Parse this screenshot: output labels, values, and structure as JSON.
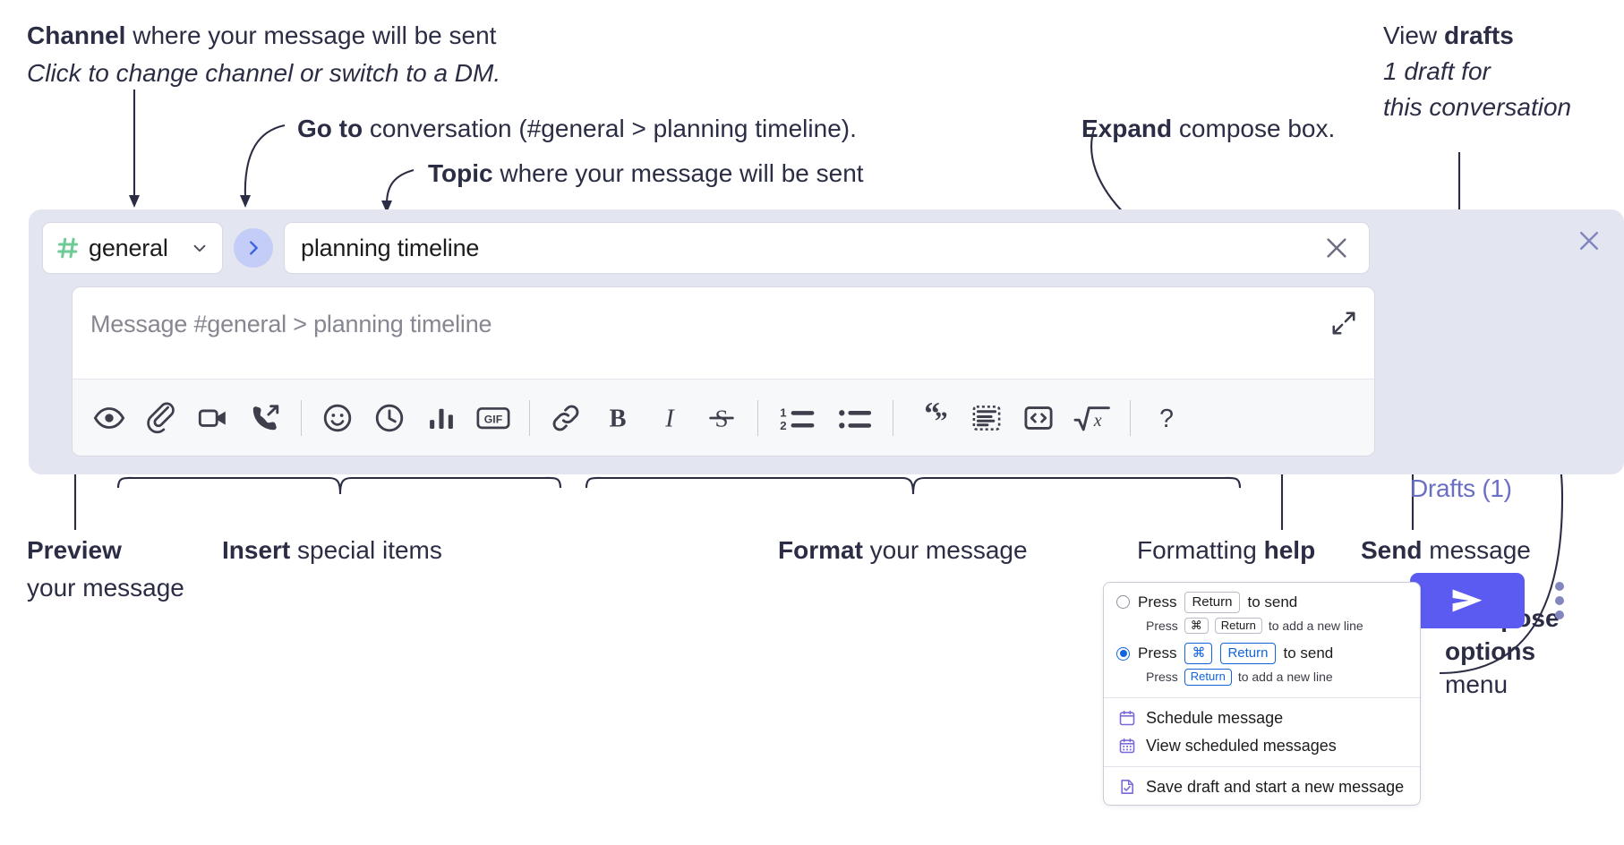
{
  "annotations": {
    "channel": {
      "bold": "Channel",
      "rest": " where your message will be sent",
      "italic": "Click to change channel or switch to a DM."
    },
    "goto": {
      "bold": "Go to",
      "rest": " conversation (#general > planning timeline)."
    },
    "topic": {
      "bold": "Topic",
      "rest": " where your message will be sent"
    },
    "expand": {
      "bold": "Expand",
      "rest": " compose box."
    },
    "drafts": {
      "bold_prefix": "View ",
      "bold": "drafts",
      "italic_line1": "1 draft for",
      "italic_line2": "this conversation"
    },
    "preview": {
      "bold": "Preview",
      "line2": "your message"
    },
    "insert": {
      "bold": "Insert",
      "rest": " special items"
    },
    "format": {
      "bold": "Format",
      "rest": " your message"
    },
    "help": {
      "prefix": "Formatting ",
      "bold": "help"
    },
    "send": {
      "bold": "Send",
      "rest": " message"
    },
    "compose_options": {
      "line1": "Compose",
      "line2": "options",
      "line3": "menu"
    }
  },
  "compose": {
    "close_icon": "close-icon",
    "channel": {
      "hash_icon": "hash-icon",
      "name": "general",
      "chevron_icon": "chevron-down-icon"
    },
    "goto_button": {
      "icon": "chevron-right-icon"
    },
    "topic": {
      "value": "planning timeline",
      "clear_icon": "close-icon"
    },
    "message": {
      "placeholder": "Message #general > planning timeline",
      "value": "",
      "expand_icon": "expand-icon"
    },
    "toolbar": [
      {
        "name": "preview-icon",
        "label": "Preview"
      },
      {
        "name": "attachment-icon",
        "label": "Attach file"
      },
      {
        "name": "video-icon",
        "label": "Record video clip"
      },
      {
        "name": "audio-call-icon",
        "label": "Record audio clip"
      },
      {
        "name": "separator",
        "label": ""
      },
      {
        "name": "emoji-icon",
        "label": "Emoji"
      },
      {
        "name": "clock-icon",
        "label": "Reminder"
      },
      {
        "name": "poll-icon",
        "label": "Poll"
      },
      {
        "name": "gif-icon",
        "label": "GIF"
      },
      {
        "name": "separator",
        "label": ""
      },
      {
        "name": "link-icon",
        "label": "Link"
      },
      {
        "name": "bold-icon",
        "label": "Bold"
      },
      {
        "name": "italic-icon",
        "label": "Italic"
      },
      {
        "name": "strikethrough-icon",
        "label": "Strikethrough"
      },
      {
        "name": "separator",
        "label": ""
      },
      {
        "name": "ordered-list-icon",
        "label": "Ordered list"
      },
      {
        "name": "bulleted-list-icon",
        "label": "Bulleted list"
      },
      {
        "name": "separator",
        "label": ""
      },
      {
        "name": "blockquote-icon",
        "label": "Blockquote"
      },
      {
        "name": "code-block-icon",
        "label": "Code block"
      },
      {
        "name": "code-icon",
        "label": "Code"
      },
      {
        "name": "math-icon",
        "label": "Math"
      },
      {
        "name": "separator",
        "label": ""
      },
      {
        "name": "help-icon",
        "label": "Formatting help"
      }
    ],
    "drafts_label": "Drafts (1)",
    "send_button": {
      "icon": "send-icon"
    },
    "more_button": {
      "icon": "vertical-dots-icon"
    }
  },
  "options_menu": {
    "option1": {
      "selected": false,
      "main": [
        "Press",
        "Return",
        "to send"
      ],
      "sub": [
        "Press",
        "⌘",
        "Return",
        "to add a new line"
      ]
    },
    "option2": {
      "selected": true,
      "main": [
        "Press",
        "⌘",
        "Return",
        "to send"
      ],
      "sub": [
        "Press",
        "Return",
        "to add a new line"
      ]
    },
    "items": [
      {
        "icon": "calendar-icon",
        "label": "Schedule message"
      },
      {
        "icon": "calendar-grid-icon",
        "label": "View scheduled messages"
      },
      {
        "icon": "save-draft-icon",
        "label": "Save draft and start a new message"
      }
    ]
  },
  "colors": {
    "panel_bg": "#e3e5f0",
    "send_purple": "#5b5bf2",
    "drafts_purple": "#6b6fc4",
    "hash_green": "#6ecb96",
    "goto_blue": "#c3cdf7",
    "radio_blue": "#1264dd",
    "menu_icon_purple": "#7b68d9"
  }
}
